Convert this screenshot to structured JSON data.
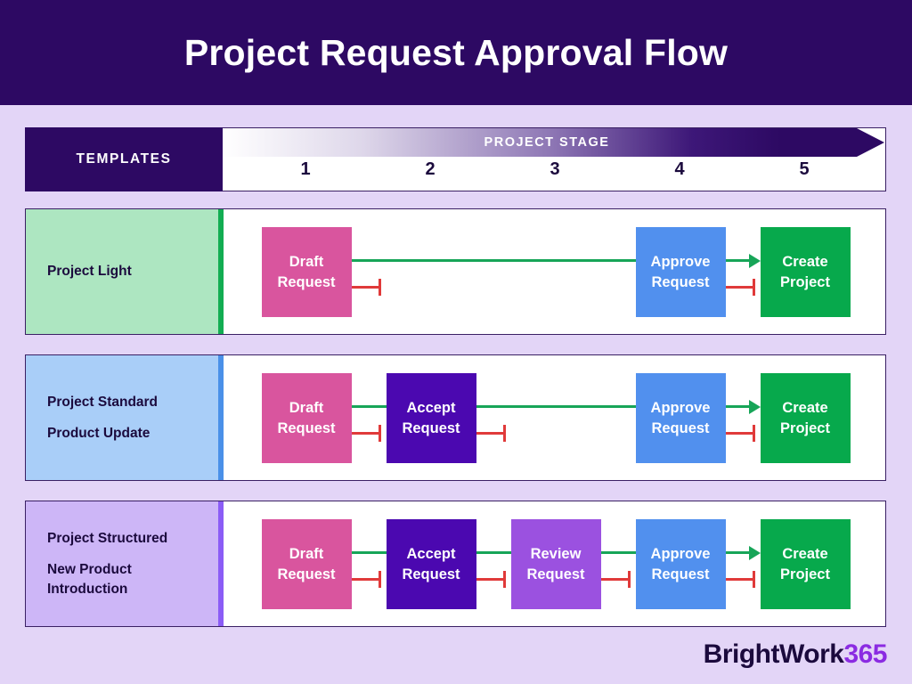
{
  "title": "Project Request Approval Flow",
  "header": {
    "templates_label": "TEMPLATES",
    "stage_label": "PROJECT STAGE",
    "stage_numbers": [
      "1",
      "2",
      "3",
      "4",
      "5"
    ]
  },
  "colors": {
    "page_background": "#E3D5F7",
    "header_purple": "#2D0963",
    "draft_pink": "#D9559E",
    "accept_purple": "#4B08B0",
    "review_purple": "#9B51E0",
    "approve_blue": "#5190EE",
    "create_green": "#07A94C",
    "connector_green": "#17A558",
    "connector_red": "#E03A3A"
  },
  "rows": [
    {
      "label_lines": [
        "Project Light"
      ],
      "panel_color": "#ADE6C1",
      "accent_color": "#12AD52",
      "nodes": [
        {
          "label_line1": "Draft",
          "label_line2": "Request",
          "stage": 1,
          "color": "#D9559E"
        },
        {
          "label_line1": "Approve",
          "label_line2": "Request",
          "stage": 4,
          "color": "#5190EE"
        },
        {
          "label_line1": "Create",
          "label_line2": "Project",
          "stage": 5,
          "color": "#07A94C"
        }
      ]
    },
    {
      "label_lines": [
        "Project Standard",
        "Product Update"
      ],
      "panel_color": "#A9CEF8",
      "accent_color": "#4A90E8",
      "nodes": [
        {
          "label_line1": "Draft",
          "label_line2": "Request",
          "stage": 1,
          "color": "#D9559E"
        },
        {
          "label_line1": "Accept",
          "label_line2": "Request",
          "stage": 2,
          "color": "#4B08B0"
        },
        {
          "label_line1": "Approve",
          "label_line2": "Request",
          "stage": 4,
          "color": "#5190EE"
        },
        {
          "label_line1": "Create",
          "label_line2": "Project",
          "stage": 5,
          "color": "#07A94C"
        }
      ]
    },
    {
      "label_lines": [
        "Project Structured",
        "New Product",
        "Introduction"
      ],
      "panel_color": "#CDB6F7",
      "accent_color": "#8B5CF6",
      "nodes": [
        {
          "label_line1": "Draft",
          "label_line2": "Request",
          "stage": 1,
          "color": "#D9559E"
        },
        {
          "label_line1": "Accept",
          "label_line2": "Request",
          "stage": 2,
          "color": "#4B08B0"
        },
        {
          "label_line1": "Review",
          "label_line2": "Request",
          "stage": 3,
          "color": "#9B51E0"
        },
        {
          "label_line1": "Approve",
          "label_line2": "Request",
          "stage": 4,
          "color": "#5190EE"
        },
        {
          "label_line1": "Create",
          "label_line2": "Project",
          "stage": 5,
          "color": "#07A94C"
        }
      ]
    }
  ],
  "logo": {
    "name": "BrightWork",
    "suffix": "365"
  }
}
